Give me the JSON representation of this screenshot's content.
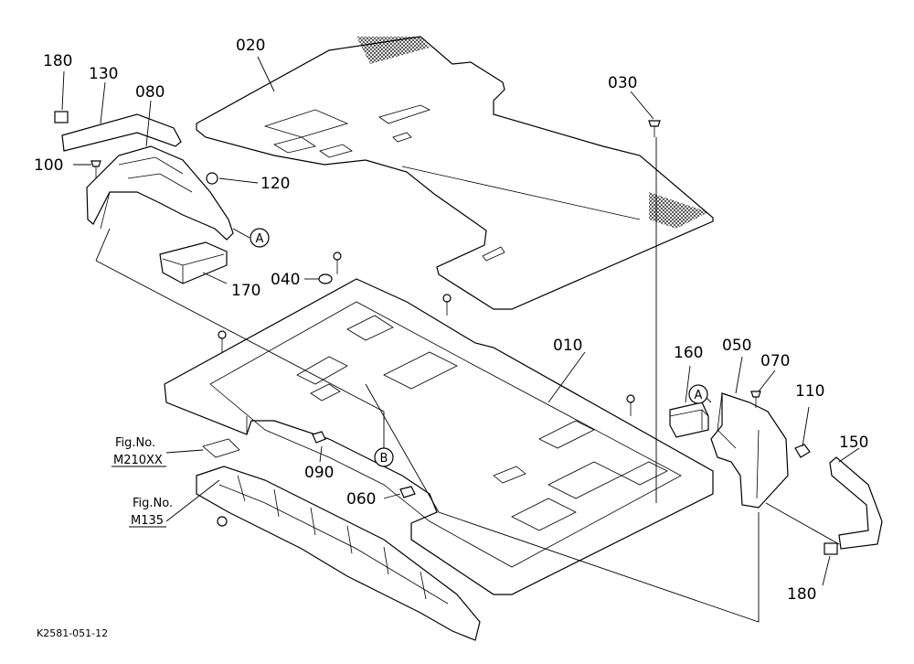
{
  "callouts": {
    "p010": "010",
    "p020": "020",
    "p030": "030",
    "p040": "040",
    "p050": "050",
    "p060": "060",
    "p070": "070",
    "p080": "080",
    "p090": "090",
    "p100": "100",
    "p110": "110",
    "p120": "120",
    "p130": "130",
    "p150": "150",
    "p160": "160",
    "p170": "170",
    "p180a": "180",
    "p180b": "180"
  },
  "markers": {
    "a1": "A",
    "a2": "A",
    "b": "B"
  },
  "references": {
    "fig1_title": "Fig.No.",
    "fig1_code": "M210XX",
    "fig2_title": "Fig.No.",
    "fig2_code": "M135"
  },
  "diagram_code": "K2581-051-12"
}
